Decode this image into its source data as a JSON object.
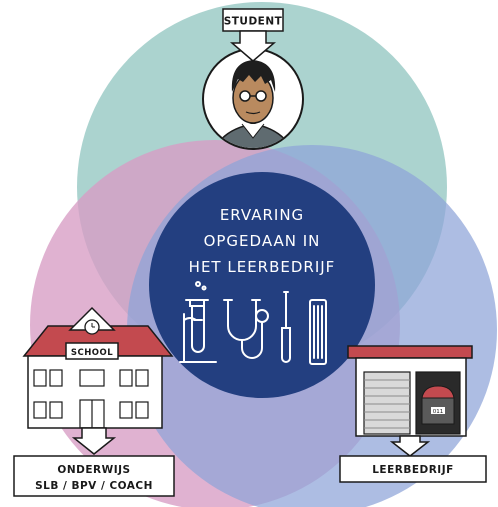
{
  "labels": {
    "student": "STUDENT",
    "school_sign": "SCHOOL",
    "onderwijs_line1": "ONDERWIJS",
    "onderwijs_line2": "SLB / BPV / COACH",
    "leerbedrijf": "LEERBEDRIJF"
  },
  "center": {
    "line1": "ERVARING",
    "line2": "OPGEDAAN IN",
    "line3": "HET LEERBEDRIJF"
  },
  "circle_names": [
    "student",
    "onderwijs",
    "leerbedrijf"
  ],
  "colors": {
    "student_circle": "#9ccbc7",
    "onderwijs_circle": "#d79cc4",
    "leerbedrijf_circle": "#9fb1de",
    "center_circle": "#233f80",
    "roof": "#c34a4f",
    "outline": "#1a1a1a"
  },
  "icons": [
    "lab-flask-icon",
    "stethoscope-icon",
    "screwdriver-icon",
    "comb-icon"
  ],
  "garage_plate": "011"
}
